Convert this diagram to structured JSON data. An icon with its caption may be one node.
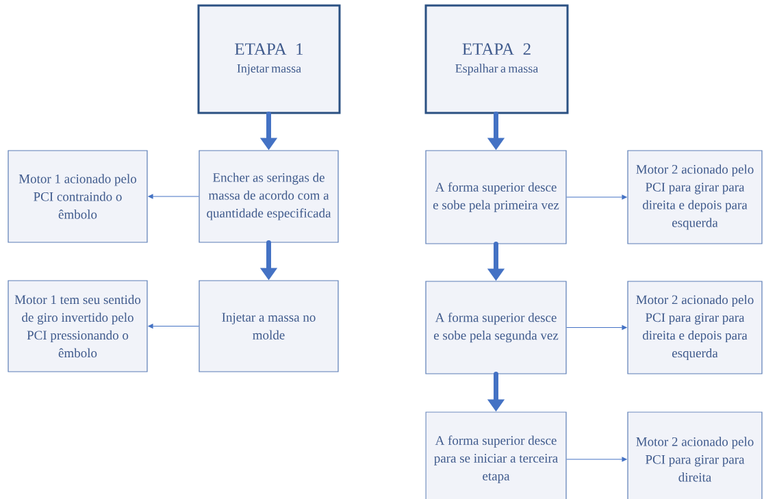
{
  "diagram": {
    "nodes": [
      {
        "text": [
          "ETAPA 1",
          "Injetar massa"
        ]
      },
      {
        "text": [
          "ETAPA 2",
          "Espalhar a massa"
        ]
      },
      {
        "text": [
          "Motor 1 acionado pelo PCI contraindo o êmbolo"
        ]
      },
      {
        "text": [
          "Encher as seringas de massa de acordo com a quantidade especificada"
        ]
      },
      {
        "text": [
          "A forma superior desce e sobe pela primeira vez"
        ]
      },
      {
        "text": [
          "Motor 2 acionado pelo PCI para girar para direita e depois para esquerda"
        ]
      },
      {
        "text": [
          "Motor 1 tem seu sentido de giro invertido pelo PCI pressionando o êmbolo"
        ]
      },
      {
        "text": [
          "Injetar a massa no molde"
        ]
      },
      {
        "text": [
          "A forma superior desce e sobe pela segunda vez"
        ]
      },
      {
        "text": [
          "Motor 2 acionado pelo PCI para girar para direita e depois para esquerda"
        ]
      },
      {
        "text": [
          "A forma superior desce para se iniciar a terceira etapa"
        ]
      },
      {
        "text": [
          "Motor 2 acionado pelo PCI para girar para direita"
        ]
      }
    ],
    "edges": [
      {
        "from": 0,
        "to": 3,
        "arrow": "to",
        "style": "thick"
      },
      {
        "from": 3,
        "to": 2,
        "arrow": "to"
      },
      {
        "from": 3,
        "to": 7,
        "arrow": "to",
        "style": "thick"
      },
      {
        "from": 7,
        "to": 6,
        "arrow": "to"
      },
      {
        "from": 1,
        "to": 4,
        "arrow": "to",
        "style": "thick"
      },
      {
        "from": 4,
        "to": 5,
        "arrow": "to"
      },
      {
        "from": 4,
        "to": 8,
        "arrow": "to",
        "style": "thick"
      },
      {
        "from": 8,
        "to": 9,
        "arrow": "to"
      },
      {
        "from": 8,
        "to": 10,
        "arrow": "to",
        "style": "thick"
      },
      {
        "from": 10,
        "to": 11,
        "arrow": "to"
      }
    ]
  }
}
